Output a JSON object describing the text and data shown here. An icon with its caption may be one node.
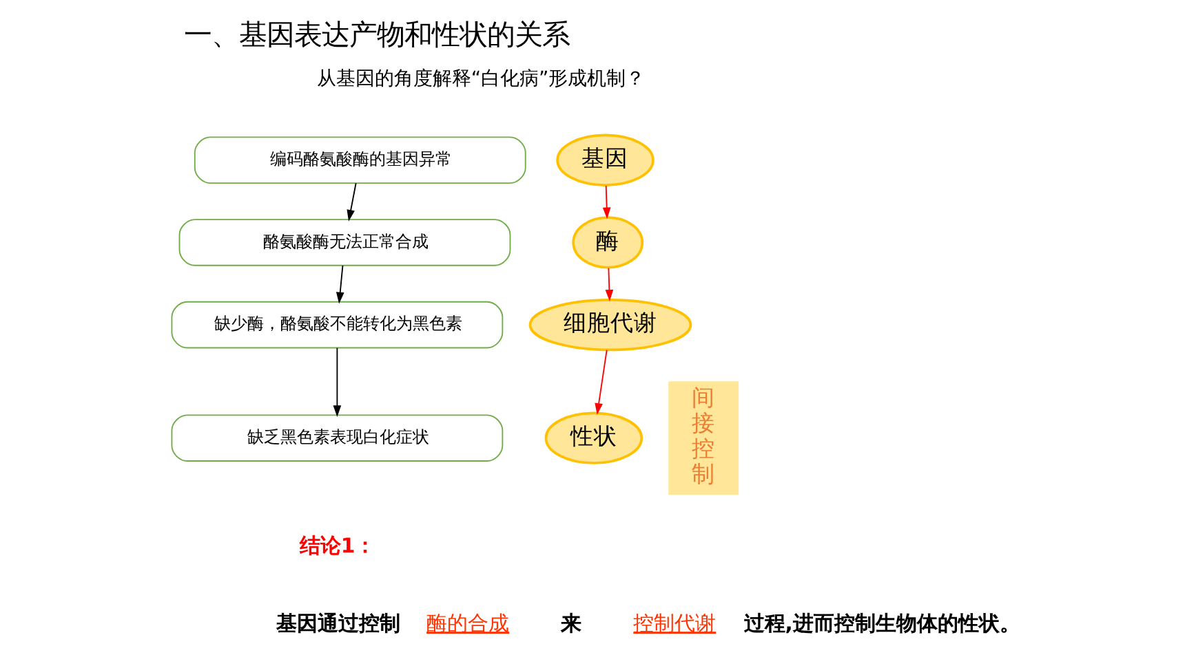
{
  "diagram": {
    "title": "一、基因表达产物和性状的关系",
    "nodes": [
      {
        "text": [
          "编码酪氨酸酶的基因异常"
        ]
      },
      {
        "text": [
          "酪氨酸酶无法正常合成"
        ]
      },
      {
        "text": [
          "缺少酶，酪氨酸不能转化为黑色素"
        ]
      },
      {
        "text": [
          "缺乏黑色素表现白化症状"
        ]
      },
      {
        "text": [
          "基因"
        ]
      },
      {
        "text": [
          "酶"
        ]
      },
      {
        "text": [
          "细胞代谢"
        ]
      },
      {
        "text": [
          "性状"
        ]
      },
      {
        "text": [
          "间接控制"
        ]
      }
    ],
    "edges": [
      {
        "from": 0,
        "to": 1,
        "arrow": "to"
      },
      {
        "from": 1,
        "to": 2,
        "arrow": "to"
      },
      {
        "from": 2,
        "to": 3,
        "arrow": "to"
      },
      {
        "from": 4,
        "to": 5,
        "arrow": "to",
        "color": "#ff0000"
      },
      {
        "from": 5,
        "to": 6,
        "arrow": "to",
        "color": "#ff0000"
      },
      {
        "from": 6,
        "to": 7,
        "arrow": "to",
        "color": "#ff0000"
      }
    ],
    "labels": [
      "从基因的角度解释“白化病”形成机制？",
      "结论1：",
      "基因通过控制",
      "酶的合成",
      "来",
      "控制代谢",
      "过程,进而控制生物体的性状。"
    ]
  }
}
